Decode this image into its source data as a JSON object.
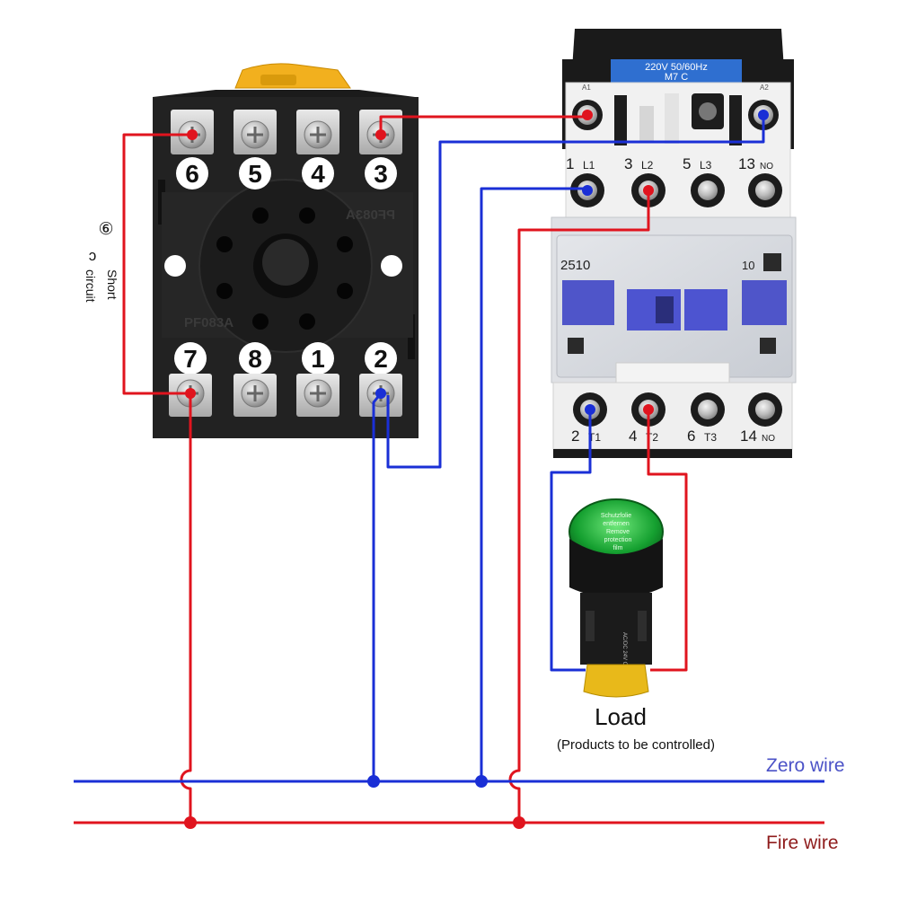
{
  "relay_base": {
    "model_text": "PF083A",
    "terminals_top": [
      "6",
      "5",
      "4",
      "3"
    ],
    "terminals_bottom": [
      "7",
      "8",
      "1",
      "2"
    ]
  },
  "short_note": {
    "circle_digit": "⑥",
    "glyph": "ɔ",
    "line1": "Short",
    "line2": "circuit"
  },
  "contactor": {
    "coil_label_line1": "220V 50/60Hz",
    "coil_label_line2": "M7    C",
    "a1": "A1",
    "a2": "A2",
    "top_terminals": [
      {
        "num": "1",
        "sub": "L1"
      },
      {
        "num": "3",
        "sub": "L2"
      },
      {
        "num": "5",
        "sub": "L3"
      },
      {
        "num": "13",
        "sub": "NO"
      }
    ],
    "bottom_terminals": [
      {
        "num": "2",
        "sub": "T1"
      },
      {
        "num": "4",
        "sub": "T2"
      },
      {
        "num": "6",
        "sub": "T3"
      },
      {
        "num": "14",
        "sub": "NO"
      }
    ],
    "model_left": "2510",
    "model_right": "10"
  },
  "lamp": {
    "cap_text_1": "Schutzfolie",
    "cap_text_2": "entfernen",
    "cap_text_3": "Remove",
    "cap_text_4": "protection",
    "cap_text_5": "film",
    "side_text": "AC/DC 24V  CE"
  },
  "load": {
    "title": "Load",
    "subtitle": "(Products to be controlled)"
  },
  "lines": {
    "zero_label": "Zero wire",
    "fire_label": "Fire wire",
    "zero_color": "#1a2fd6",
    "fire_color": "#e0141e"
  }
}
